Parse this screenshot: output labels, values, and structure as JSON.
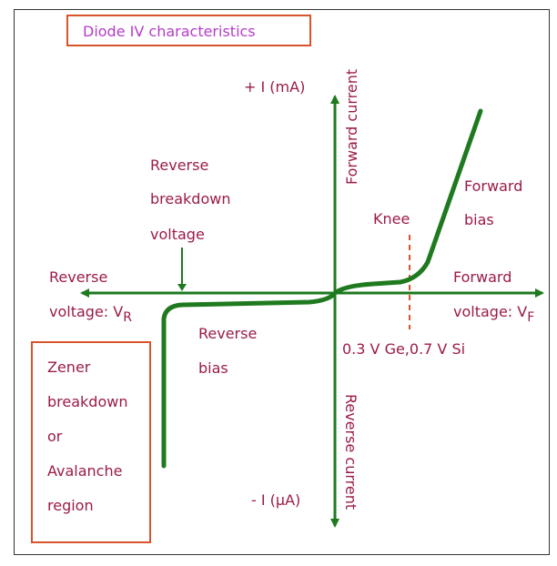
{
  "title": "Diode IV characteristics",
  "labels": {
    "plus_i": "+ I (mA)",
    "minus_i": "- I (μA)",
    "forward_current": "Forward current",
    "reverse_current": "Reverse current",
    "reverse_breakdown_1": "Reverse",
    "reverse_breakdown_2": "breakdown",
    "reverse_breakdown_3": "voltage",
    "forward_bias_1": "Forward",
    "forward_bias_2": "bias",
    "knee": "Knee",
    "reverse_voltage_1": "Reverse",
    "reverse_voltage_2": "voltage: V",
    "reverse_voltage_sub": "R",
    "forward_voltage_1": "Forward",
    "forward_voltage_2": "voltage: V",
    "forward_voltage_sub": "F",
    "reverse_bias_1": "Reverse",
    "reverse_bias_2": "bias",
    "threshold": "0.3 V Ge,0.7 V Si",
    "zener_1": "Zener",
    "zener_2": "breakdown",
    "zener_3": "or",
    "zener_4": "Avalanche",
    "zener_5": "region"
  },
  "colors": {
    "axis": "#1f7a1f",
    "curve": "#1f7a1f",
    "text": "#9b1b4a",
    "title_text": "#b53cc9",
    "box_border": "#d9532c",
    "knee_line": "#d9532c"
  }
}
